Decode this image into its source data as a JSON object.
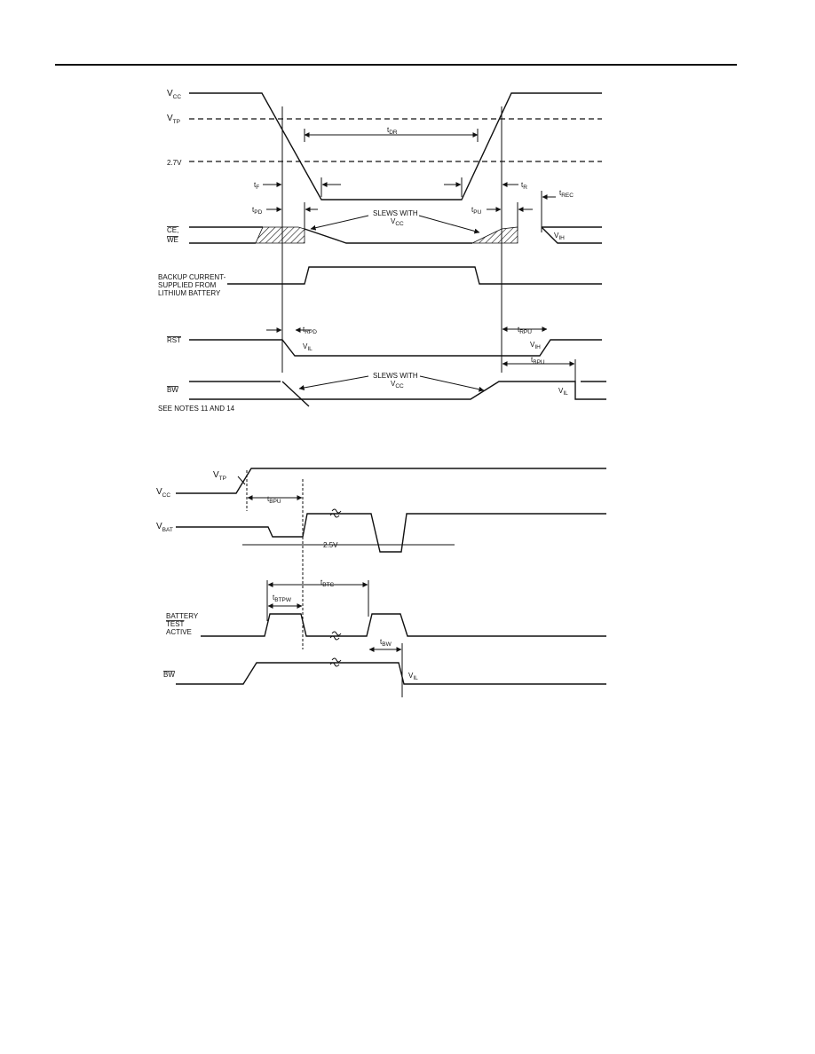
{
  "diagram1": {
    "signals": {
      "vcc": "V",
      "vcc_sub": "CC",
      "vtp": "V",
      "vtp_sub": "TP",
      "v27": "2.7V",
      "ce": "CE,",
      "we": "WE",
      "backup_1": "BACKUP CURRENT-",
      "backup_2": "SUPPLIED FROM",
      "backup_3": "LITHIUM BATTERY",
      "rst": "RST",
      "bw": "BW"
    },
    "timing": {
      "tdr": "t",
      "tdr_sub": "DR",
      "tf": "t",
      "tf_sub": "F",
      "tr": "t",
      "tr_sub": "R",
      "trec": "t",
      "trec_sub": "REC",
      "tpd": "t",
      "tpd_sub": "PD",
      "tpu": "t",
      "tpu_sub": "PU",
      "trpd": "t",
      "trpd_sub": "RPD",
      "trpu": "t",
      "trpu_sub": "RPU",
      "tbpu": "t",
      "tbpu_sub": "BPU"
    },
    "levels": {
      "vih1": "V",
      "vih1_sub": "IH",
      "vil_rst": "V",
      "vil_rst_sub": "IL",
      "vih_rst": "V",
      "vih_rst_sub": "IH",
      "vil_bw": "V",
      "vil_bw_sub": "IL"
    },
    "annotations": {
      "slews1_a": "SLEWS WITH",
      "slews1_b": "V",
      "slews1_b_sub": "CC",
      "slews2_a": "SLEWS WITH",
      "slews2_b": "V",
      "slews2_b_sub": "CC",
      "notes": "SEE NOTES 11 AND 14"
    }
  },
  "diagram2": {
    "signals": {
      "vcc": "V",
      "vcc_sub": "CC",
      "vtp": "V",
      "vtp_sub": "TP",
      "vbat": "V",
      "vbat_sub": "BAT",
      "v25": "2.5V",
      "bt_1": "BATTERY",
      "bt_2": "TEST",
      "bt_3": "ACTIVE",
      "bw": "BW"
    },
    "timing": {
      "tbpu": "t",
      "tbpu_sub": "BPU",
      "tbtc": "t",
      "tbtc_sub": "BTC",
      "tbtpw": "t",
      "tbtpw_sub": "BTPW",
      "tbw": "t",
      "tbw_sub": "BW"
    },
    "levels": {
      "vil": "V",
      "vil_sub": "IL"
    }
  }
}
